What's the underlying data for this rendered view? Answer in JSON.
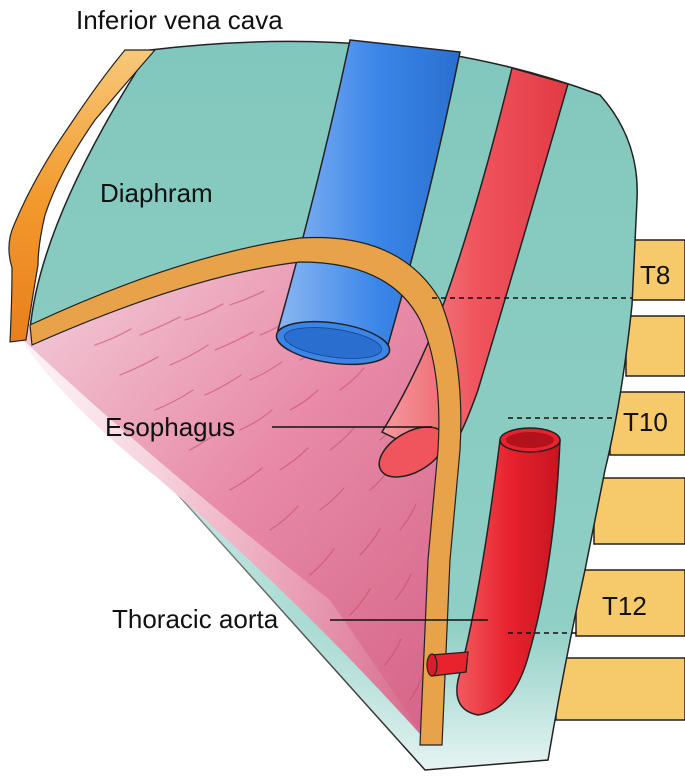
{
  "labels": {
    "ivc": "Inferior vena cava",
    "diaphragm": "Diaphram",
    "esophagus": "Esophagus",
    "aorta": "Thoracic aorta"
  },
  "vertebrae": {
    "t8": "T8",
    "t10": "T10",
    "t12": "T12"
  },
  "colors": {
    "diaphragm_teal": "#82c7bd",
    "vena_cava_blue": "#3a86e8",
    "esophagus_red": "#f0555e",
    "aorta_red": "#e8232e",
    "vertebra_yellow": "#f6c96a",
    "muscle_pink": "#e48aa6",
    "orange_border": "#e7a24a"
  }
}
